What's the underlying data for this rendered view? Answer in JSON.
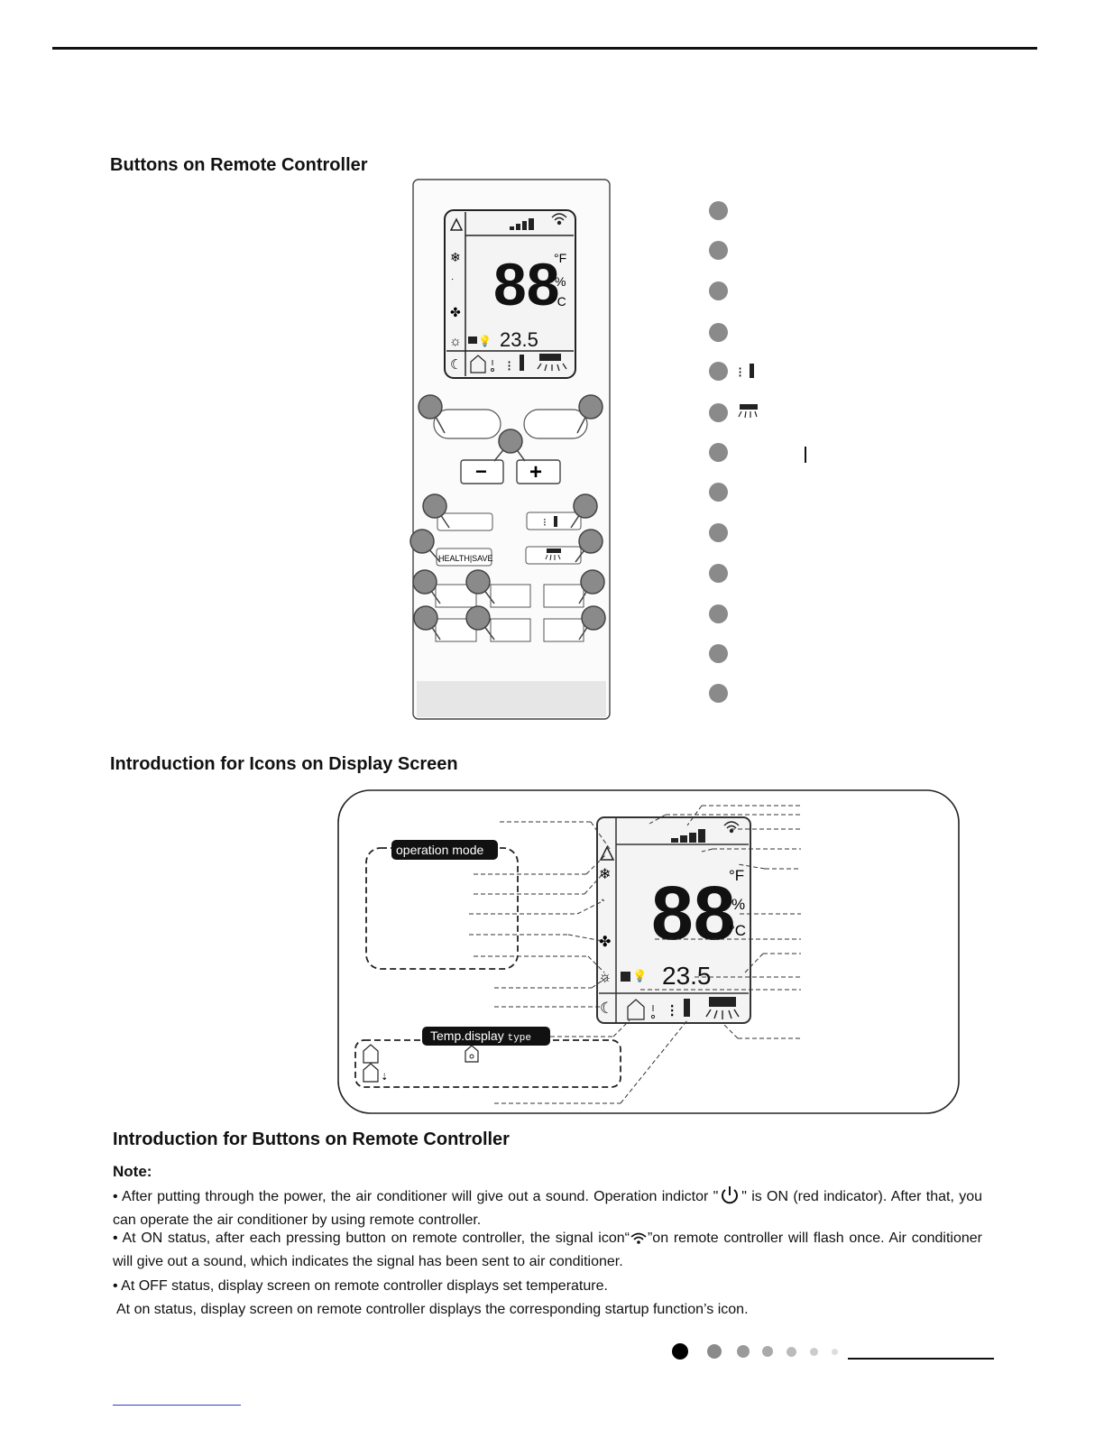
{
  "headings": {
    "buttons_on_remote": "Buttons on Remote Controller",
    "icons_intro": "Introduction  for Icons on Display Screen",
    "buttons_intro": "Introduction for Buttons on Remote Controller"
  },
  "remote": {
    "lcd_temp": "88",
    "lcd_small_temp": "23.5",
    "unit_f": "°F",
    "unit_pct": "%",
    "unit_c": "°C",
    "health_save_label": "HEALTH|SAVE",
    "minus_label": "−",
    "plus_label": "+"
  },
  "display_diagram": {
    "operation_mode_label": "operation mode",
    "temp_display_label": "Temp.display",
    "temp_display_suffix": "type",
    "lcd_temp": "88",
    "lcd_small_temp": "23.5",
    "unit_f": "°F",
    "unit_pct": "%",
    "unit_c": "°C"
  },
  "note": {
    "title": "Note:",
    "p1a": "• After putting through the power, the air conditioner will give out a sound. Operation indictor \"",
    "p1b": "\" is ON (red indicator). After that, you can operate the air conditioner by using remote controller.",
    "p2a": "• At ON status, after each pressing button on remote controller, the signal icon“",
    "p2b": "”on remote controller will flash once. Air conditioner will give out a sound, which indicates the signal has been sent to air conditioner.",
    "p3": "• At OFF status, display screen on remote controller displays set temperature.",
    "p4": "At on status, display screen on remote controller displays the corresponding startup function’s icon."
  },
  "colors": {
    "ink": "#111111",
    "callout_gray": "#8a8a8a",
    "lcd_bg": "#f4f4f4"
  }
}
